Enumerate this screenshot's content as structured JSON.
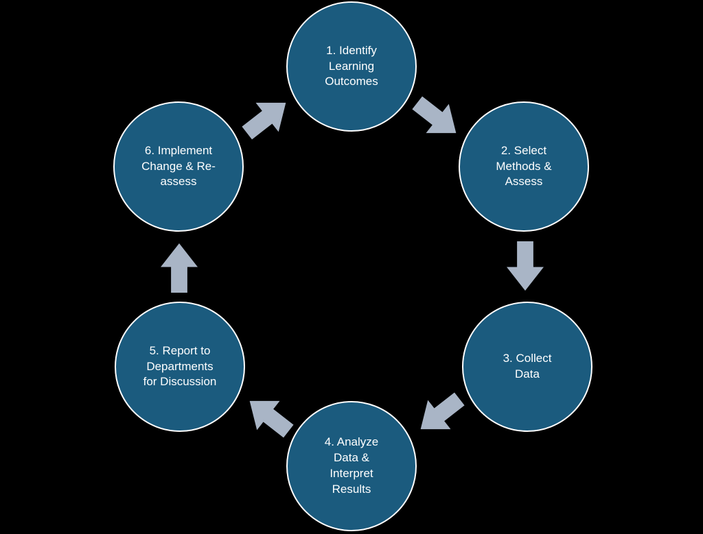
{
  "diagram": {
    "type": "cycle",
    "direction": "clockwise",
    "steps": [
      {
        "id": 1,
        "label": "1. Identify\nLearning\nOutcomes"
      },
      {
        "id": 2,
        "label": "2. Select\nMethods &\nAssess"
      },
      {
        "id": 3,
        "label": "3. Collect\nData"
      },
      {
        "id": 4,
        "label": "4. Analyze\nData &\nInterpret\nResults"
      },
      {
        "id": 5,
        "label": "5. Report to\nDepartments\nfor Discussion"
      },
      {
        "id": 6,
        "label": "6. Implement\nChange & Re-\nassess"
      }
    ],
    "arrows": [
      {
        "from": 1,
        "to": 2
      },
      {
        "from": 2,
        "to": 3
      },
      {
        "from": 3,
        "to": 4
      },
      {
        "from": 4,
        "to": 5
      },
      {
        "from": 5,
        "to": 6
      },
      {
        "from": 6,
        "to": 1
      }
    ],
    "colors": {
      "circle_fill": "#1b5b7e",
      "circle_border": "#ffffff",
      "arrow": "#a9b5c6",
      "text": "#ffffff",
      "background": "#000000"
    }
  }
}
